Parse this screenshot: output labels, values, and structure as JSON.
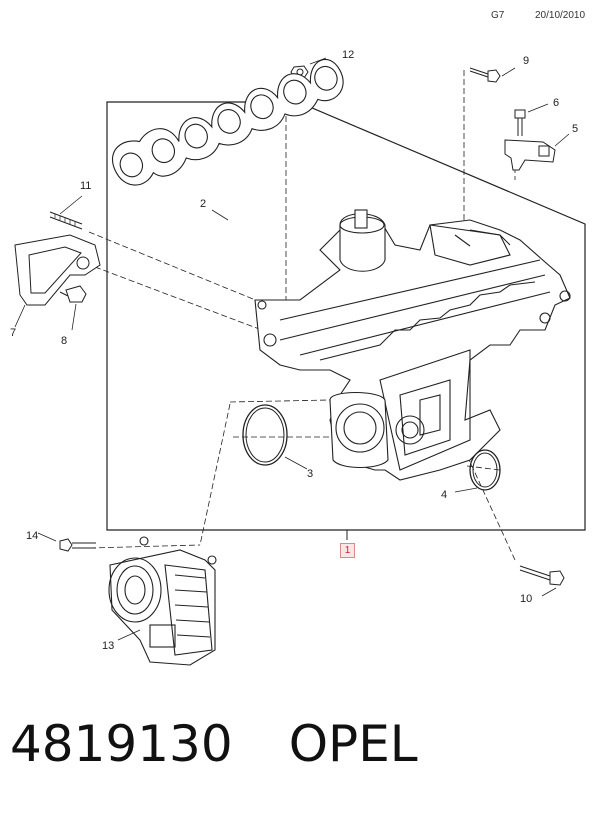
{
  "header": {
    "code": "G7",
    "date": "20/10/2010"
  },
  "callouts": {
    "n1": "1",
    "n2": "2",
    "n3": "3",
    "n4": "4",
    "n5": "5",
    "n6": "6",
    "n7": "7",
    "n8": "8",
    "n9": "9",
    "n10": "10",
    "n11": "11",
    "n12": "12",
    "n13": "13",
    "n14": "14"
  },
  "footer": {
    "part_number": "4819130",
    "brand": "OPEL"
  }
}
